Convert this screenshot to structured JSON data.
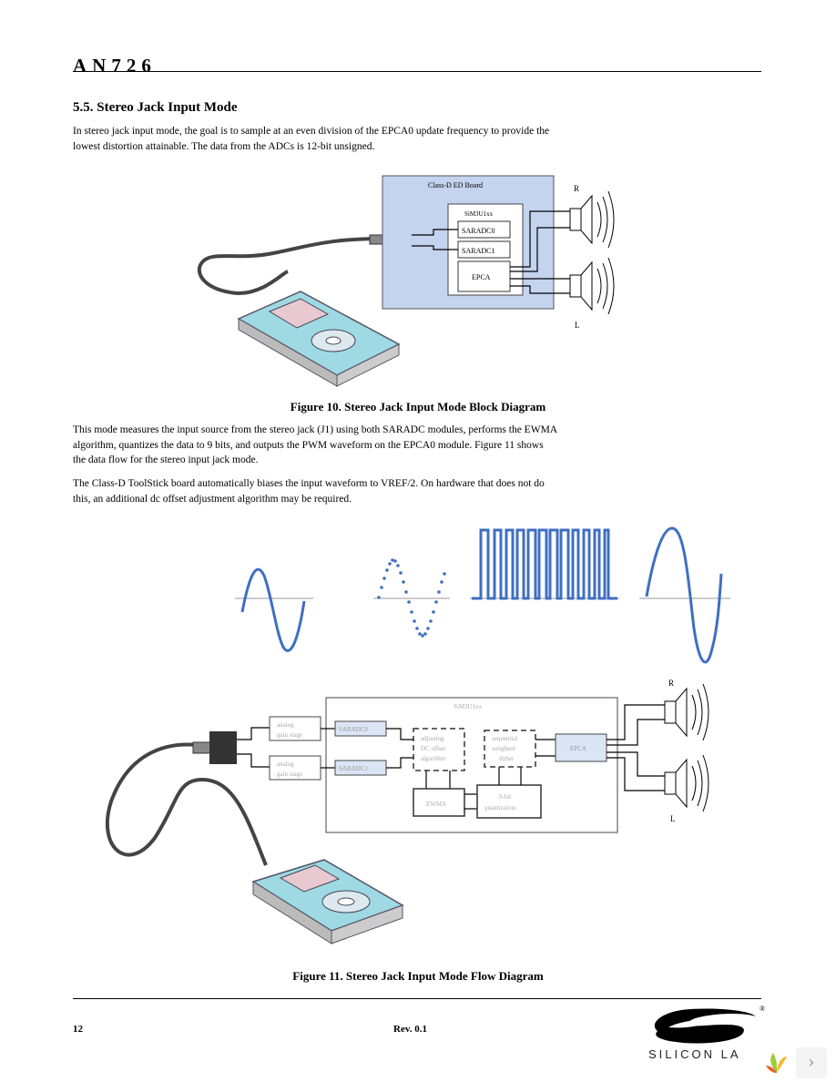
{
  "header": {
    "doc_code": "AN726"
  },
  "section": {
    "heading": "5.5.  Stereo Jack Input Mode",
    "intro_line1": "In stereo jack input mode, the goal is to sample at an even division of the EPCA0 update frequency to provide the",
    "intro_line2": "lowest distortion attainable. The data from the ADCs is 12-bit unsigned."
  },
  "figure10": {
    "board_label": "Class-D ED Board",
    "mcu_label": "SiM3U1xx",
    "saradc0": "SARADC0",
    "saradc1": "SARADC1",
    "epca": "EPCA",
    "right_label": "R",
    "left_label": "L",
    "caption": "Figure 10. Stereo Jack Input Mode Block Diagram"
  },
  "body": {
    "p1_line1": "This mode measures the input source from the stereo jack (J1) using both SARADC modules, performs the EWMA",
    "p1_line2": "algorithm, quantizes the data to 9 bits, and outputs the PWM waveform on the EPCA0 module. Figure 11 shows",
    "p1_line3": "the data flow for the stereo input jack mode.",
    "p2_line1": "The Class-D ToolStick board automatically biases the input waveform to VREF/2. On hardware that does not do",
    "p2_line2": "this, an additional dc offset adjustment algorithm may be required."
  },
  "figure11": {
    "mcu_label": "SiM3U1xx",
    "analog_stage_top": [
      "analog",
      "gain stage"
    ],
    "analog_stage_bottom": [
      "analog",
      "gain stage"
    ],
    "saradc0": "SARADC0",
    "saradc1": "SARADC1",
    "dc_offset": [
      "adjusting",
      "DC offset",
      "algorithm"
    ],
    "dither": [
      "sequential",
      "weighted",
      "dither"
    ],
    "ewma": "EWMA",
    "quantization": [
      "9-bit",
      "quantization"
    ],
    "epca": "EPCA",
    "right_label": "R",
    "left_label": "L",
    "caption": "Figure 11. Stereo Jack Input Mode Flow Diagram"
  },
  "footer": {
    "page_number": "12",
    "revision": "Rev. 0.1",
    "brand": "SILICON LA",
    "registered": "®",
    "nav_next": "›"
  },
  "colors": {
    "board_blue": "#c4d3ee",
    "wave_blue": "#3f6fc0",
    "box_fill": "#dbe5f5",
    "player_teal": "#8fd3df"
  }
}
